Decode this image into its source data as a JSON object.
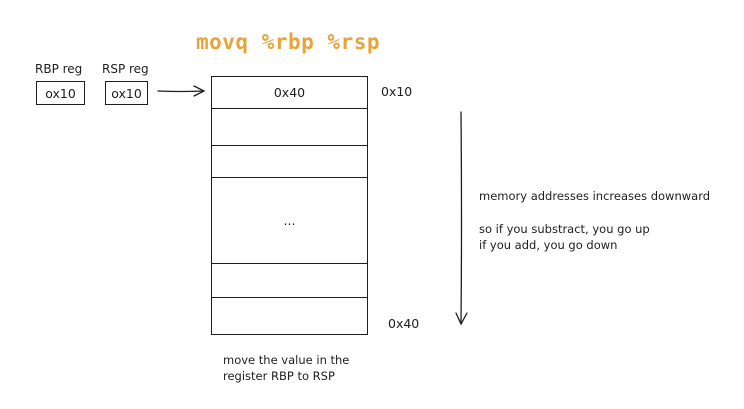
{
  "title": "movq %rbp %rsp",
  "registers": [
    {
      "label": "RBP reg",
      "value": "ox10"
    },
    {
      "label": "RSP reg",
      "value": "ox10"
    }
  ],
  "stack_cells": [
    "0x40",
    "",
    "",
    "...",
    "",
    ""
  ],
  "addresses": {
    "top": "0x10",
    "bottom": "0x40"
  },
  "notes": {
    "direction": "memory addresses increases downward",
    "subtract": "so if you substract, you go up",
    "add": "if you add, you go down"
  },
  "caption": {
    "line1": "move the value in the",
    "line2": "register RBP to RSP"
  },
  "colors": {
    "title": "#e8a33a",
    "stroke": "#1e1e1e"
  }
}
